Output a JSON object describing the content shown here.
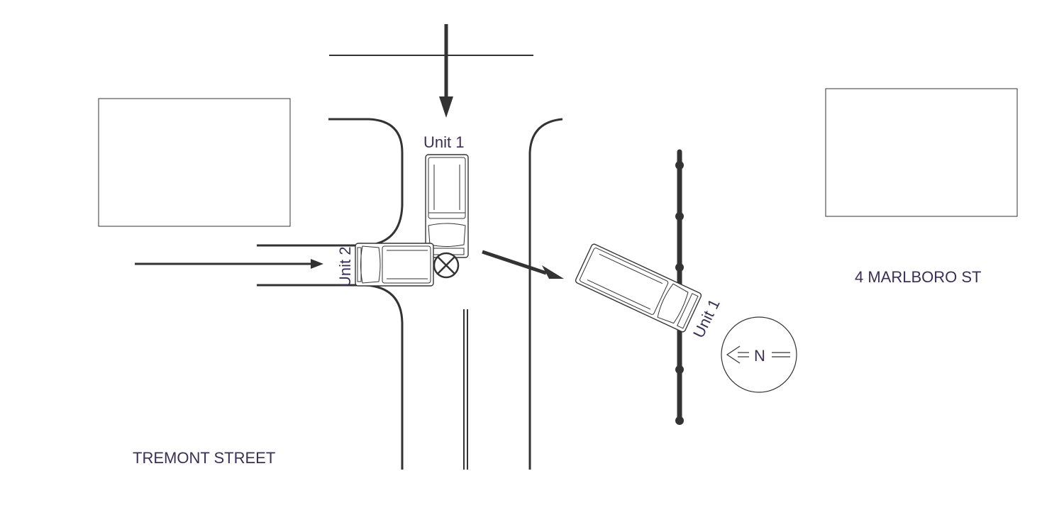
{
  "labels": {
    "unit1_top": "Unit 1",
    "unit2": "Unit 2",
    "unit1_final": "Unit 1",
    "compass": "N",
    "street_left": "TREMONT STREET",
    "address_right": "4 MARLBORO ST"
  },
  "colors": {
    "lines": "#333333",
    "text": "#3c2f55"
  },
  "icons": {
    "impact_point": "circle-x-icon",
    "compass": "north-arrow-icon"
  }
}
